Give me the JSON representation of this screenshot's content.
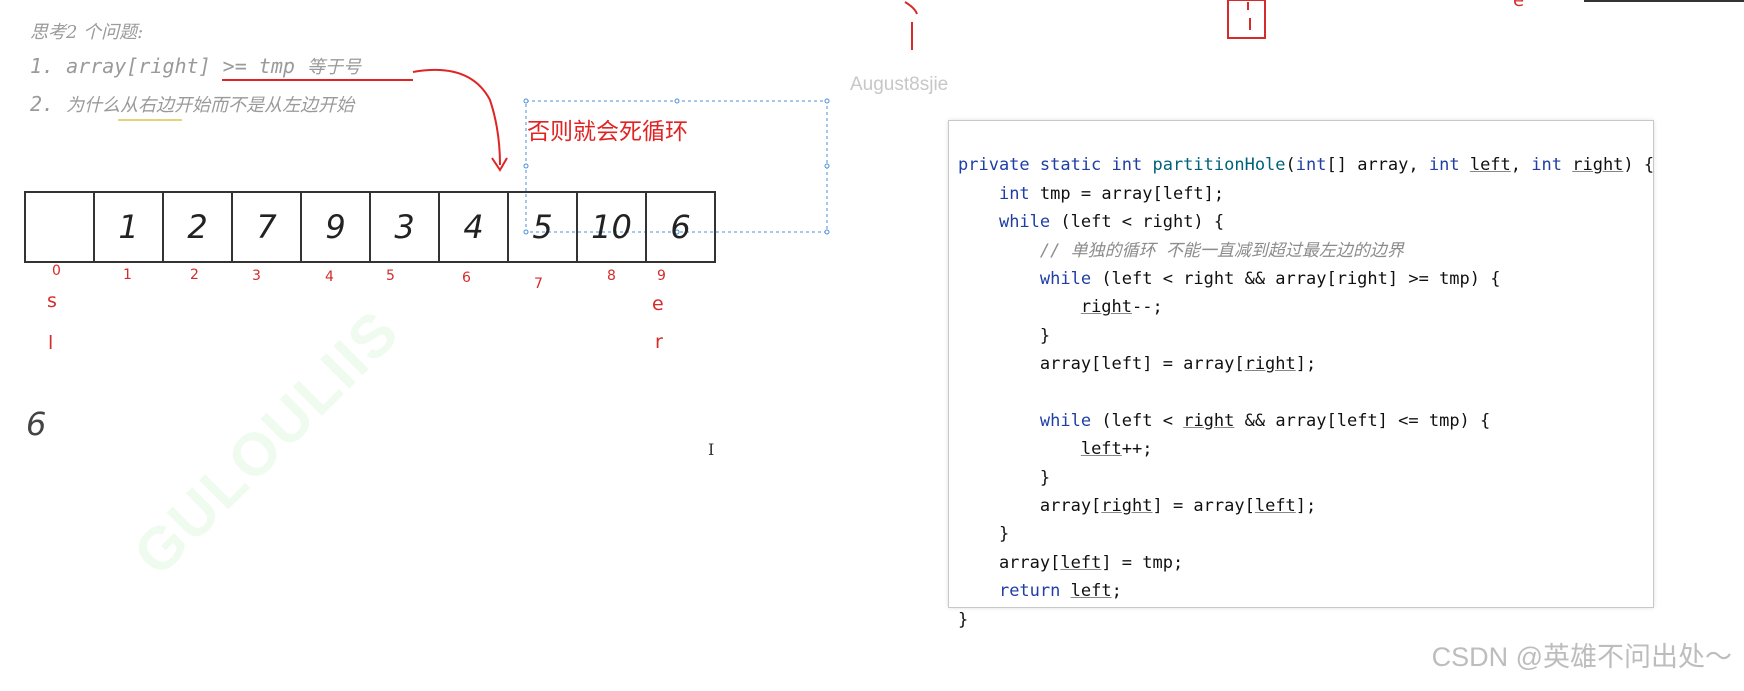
{
  "notes": {
    "title": "思考2 个问题:",
    "q1_num": "1.",
    "q1_code": "array[right] >= tmp",
    "q1_cn": "等于号",
    "q2_num": "2.",
    "q2_text": "为什么从右边开始而不是从左边开始"
  },
  "annotation": {
    "red_warning": "否则就会死循环"
  },
  "author_watermark": "August8sjie",
  "diag_watermark": "GULOULIIS",
  "array": {
    "cells": [
      "",
      "1",
      "2",
      "7",
      "9",
      "3",
      "4",
      "5",
      "10",
      "6"
    ],
    "indices": [
      "0",
      "1",
      "2",
      "3",
      "4",
      "5",
      "6",
      "7",
      "8",
      "9"
    ],
    "pointer_s": "s",
    "pointer_e": "e",
    "pointer_l": "l",
    "pointer_r": "r"
  },
  "tmp_value": "6",
  "cursor_glyph": "I",
  "top_marks": {
    "e_mark": "e"
  },
  "code_lines": [
    "private static int partitionHole(int[] array, int left, int right) {",
    "    int tmp = array[left];",
    "    while (left < right) {",
    "        // 单独的循环 不能一直减到超过最左边的边界",
    "        while (left < right && array[right] >= tmp) {",
    "            right--;",
    "        }",
    "        array[left] = array[right];",
    "",
    "        while (left < right && array[left] <= tmp) {",
    "            left++;",
    "        }",
    "        array[right] = array[left];",
    "    }",
    "    array[left] = tmp;",
    "    return left;",
    "}"
  ],
  "footer_watermark": "CSDN @英雄不问出处～",
  "colors": {
    "accent_red": "#e02424",
    "keyword_blue": "#1f3ea6",
    "selection_blue": "#4a90d9"
  }
}
